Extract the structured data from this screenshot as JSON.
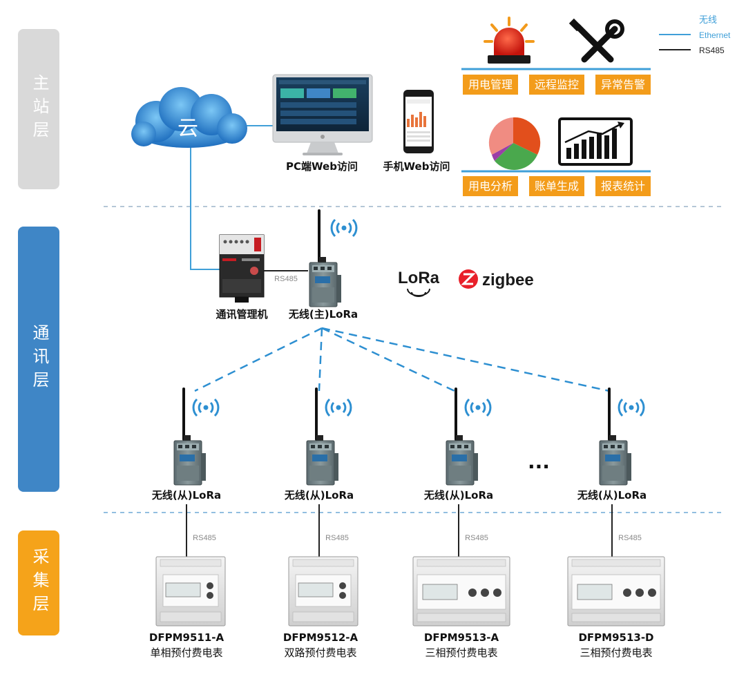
{
  "layers": {
    "main": {
      "label": "主站层",
      "color": "#d9d9d9"
    },
    "comm": {
      "label": "通讯层",
      "color": "#3f86c6"
    },
    "collect": {
      "label": "采集层",
      "color": "#f5a31a"
    }
  },
  "legend": {
    "wireless": "无线",
    "ethernet": "Ethernet",
    "rs485": "RS485",
    "wireless_color": "#3f9fd8",
    "ethernet_color": "#3f9fd8",
    "rs485_color": "#222222"
  },
  "cloud": {
    "label": "云"
  },
  "access": {
    "pc": "PC端Web访问",
    "mobile": "手机Web访问"
  },
  "functions_top": [
    "用电管理",
    "远程监控",
    "异常告警"
  ],
  "functions_bottom": [
    "用电分析",
    "账单生成",
    "报表统计"
  ],
  "function_color": "#f39c1a",
  "comm": {
    "manager": "通讯管理机",
    "master": "无线(主)LoRa",
    "rs485": "RS485"
  },
  "protocols": {
    "lora": "LoRa",
    "zigbee": "zigbee"
  },
  "slave_label": "无线(从)LoRa",
  "ellipsis": "...",
  "slaves": [
    {
      "label": "无线(从)LoRa",
      "rs485": "RS485",
      "model": "DFPM9511-A",
      "desc": "单相预付费电表"
    },
    {
      "label": "无线(从)LoRa",
      "rs485": "RS485",
      "model": "DFPM9512-A",
      "desc": "双路预付费电表"
    },
    {
      "label": "无线(从)LoRa",
      "rs485": "RS485",
      "model": "DFPM9513-A",
      "desc": "三相预付费电表"
    },
    {
      "label": "无线(从)LoRa",
      "rs485": "RS485",
      "model": "DFPM9513-D",
      "desc": "三相预付费电表"
    }
  ]
}
